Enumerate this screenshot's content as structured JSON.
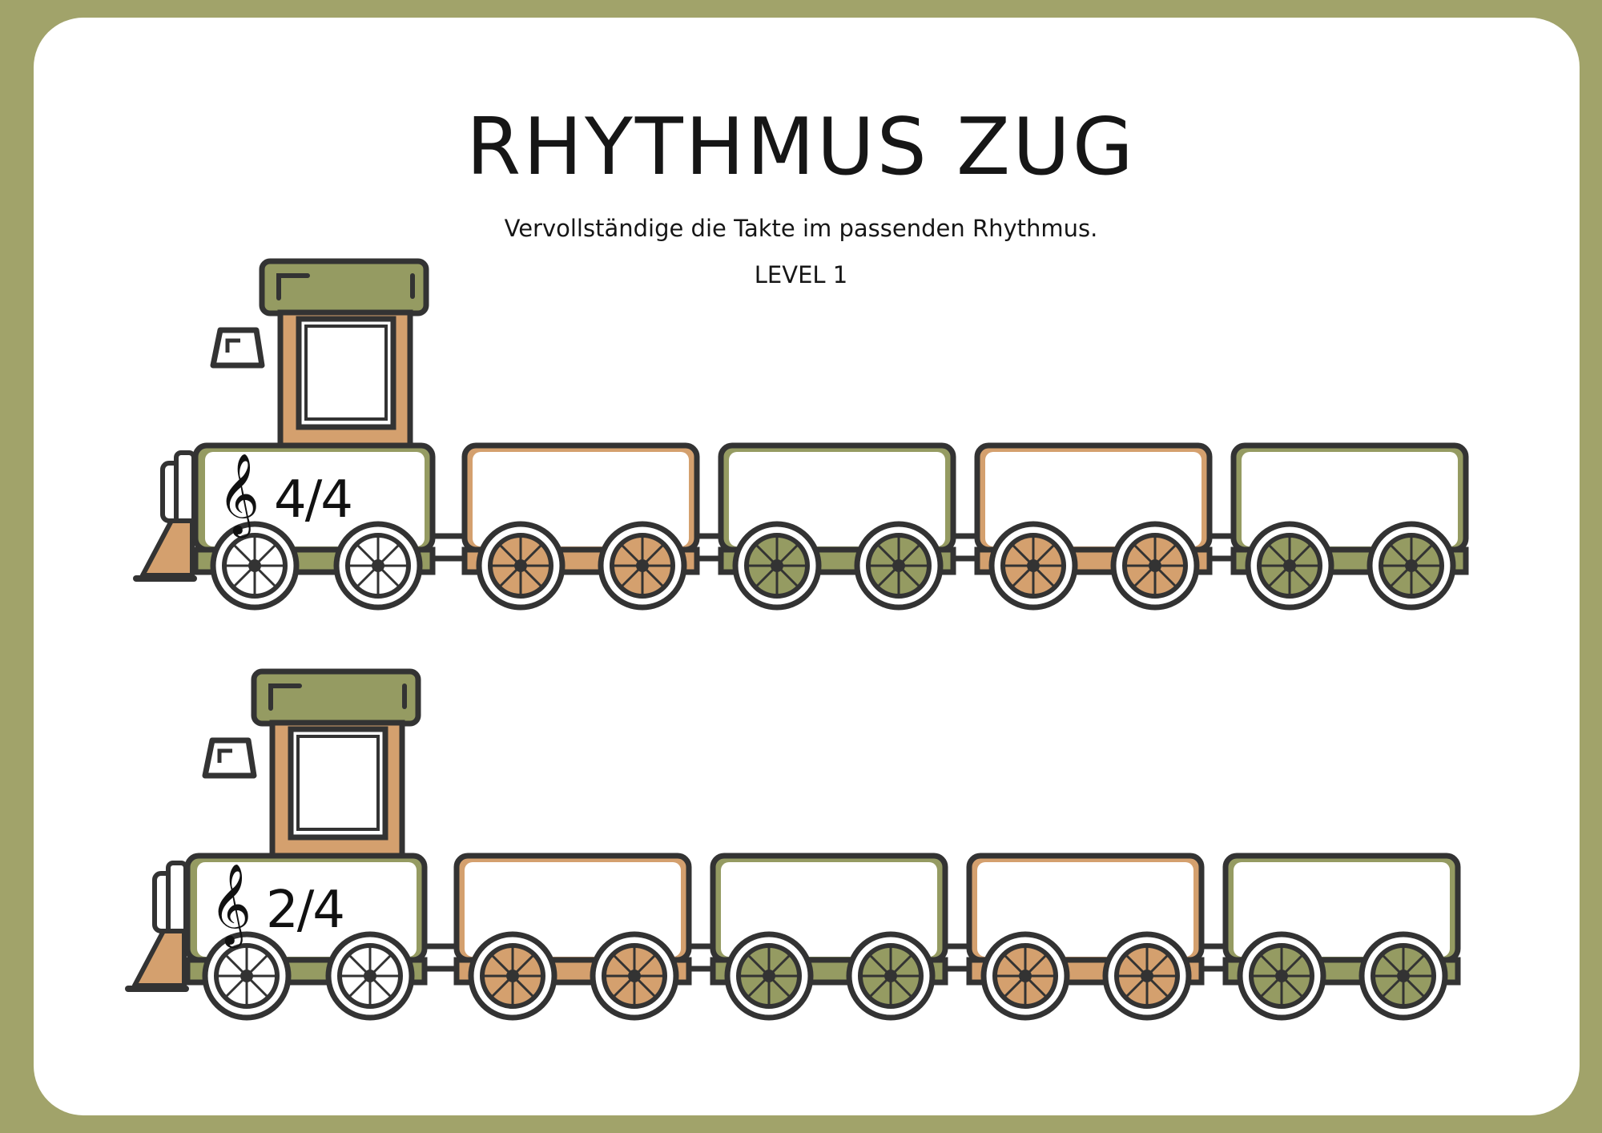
{
  "title": "RHYTHMUS ZUG",
  "subtitle": "Vervollständige die Takte im passenden Rhythmus.",
  "level": "LEVEL 1",
  "colors": {
    "frame": "#a1a36a",
    "olive": "#959b62",
    "tan": "#d4a06e",
    "outline": "#333333",
    "window": "#ffffff"
  },
  "trains": [
    {
      "clef_symbol": "𝄞",
      "time_signature": "4/4",
      "wagon_colors": [
        "tan",
        "olive",
        "tan",
        "olive"
      ]
    },
    {
      "clef_symbol": "𝄞",
      "time_signature": "2/4",
      "wagon_colors": [
        "tan",
        "olive",
        "tan",
        "olive"
      ]
    }
  ]
}
